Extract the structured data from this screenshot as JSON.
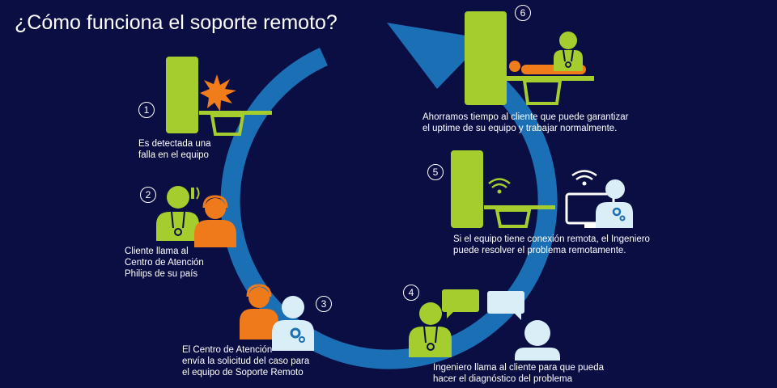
{
  "title": "¿Cómo funciona el soporte remoto?",
  "colors": {
    "background": "#0b0e42",
    "cycle_arrow": "#1b6fb5",
    "equipment_green": "#a6cd2e",
    "agent_orange": "#ef7a1a",
    "engineer_light": "#d9eef7",
    "alert_orange": "#f07c1a"
  },
  "steps": [
    {
      "number": "1",
      "lines": [
        "Es detectada una",
        "falla en el equipo"
      ],
      "icon": "equipment-failure-icon"
    },
    {
      "number": "2",
      "lines": [
        "Cliente llama al",
        "Centro de Atención",
        "Philips de su país"
      ],
      "icon": "customer-calls-icon"
    },
    {
      "number": "3",
      "lines": [
        "El Centro de Atención",
        "envía la solicitud del caso para",
        "el equipo de Soporte Remoto"
      ],
      "icon": "agent-to-engineer-icon"
    },
    {
      "number": "4",
      "lines": [
        "Ingeniero llama al cliente para que pueda",
        "hacer el diagnóstico del problema"
      ],
      "icon": "engineer-customer-chat-icon"
    },
    {
      "number": "5",
      "lines": [
        "Si el equipo tiene conexión remota, el Ingeniero",
        "puede resolver el problema remotamente."
      ],
      "icon": "remote-connection-icon"
    },
    {
      "number": "6",
      "lines": [
        "Ahorramos tiempo al cliente que puede garantizar",
        "el uptime de su equipo y trabajar normalmente."
      ],
      "icon": "patient-scan-icon"
    }
  ]
}
